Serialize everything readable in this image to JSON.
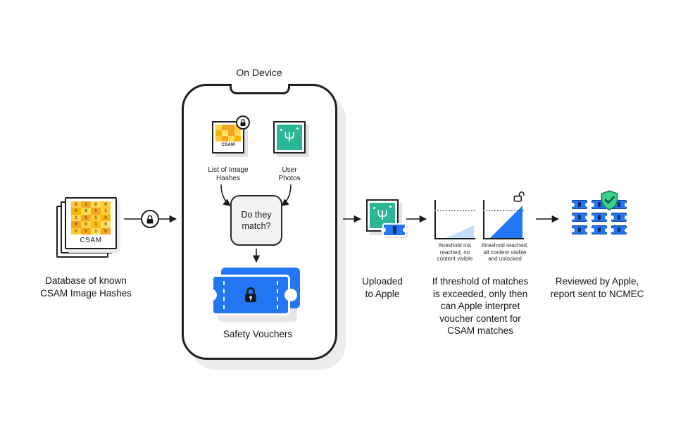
{
  "colors": {
    "blue": "#2377F4",
    "teal": "#2BB795",
    "shield-green": "#3ECF8E",
    "light-blue": "#C6DEF9",
    "ink": "#1A1A1A",
    "shadow": "#ECECEC"
  },
  "icons": {
    "seedling": "Ψ"
  },
  "database": {
    "label": "CSAM",
    "caption": [
      "Database of known",
      "CSAM Image Hashes"
    ],
    "digits": [
      [
        "0",
        "1",
        "0",
        "0"
      ],
      [
        "0",
        "0",
        "1",
        "1"
      ],
      [
        "1",
        "1",
        "1",
        "0"
      ],
      [
        "0",
        "0",
        "1",
        "0"
      ],
      [
        "0",
        "0",
        "1",
        "0"
      ]
    ],
    "cell_colors": [
      [
        "#FFC93C",
        "#F5A623",
        "#FFD951",
        "#FFC93C"
      ],
      [
        "#F7B500",
        "#FFD951",
        "#F5A623",
        "#FFCB3D"
      ],
      [
        "#FFD951",
        "#F5A623",
        "#FFC93C",
        "#F7B500"
      ],
      [
        "#F5A623",
        "#FFD341",
        "#FBBB15",
        "#FFE06A"
      ],
      [
        "#FFC93C",
        "#F7A912",
        "#FFDB55",
        "#F5A623"
      ]
    ]
  },
  "on_device": {
    "title": "On Device",
    "hash_icon": {
      "label": "CSAM",
      "caption": [
        "List of Image",
        "Hashes"
      ],
      "mosaic": [
        [
          "#FFD951",
          "#F5A623",
          "#F5A623",
          "#FFC93C"
        ],
        [
          "#F7B500",
          "#FFE06A",
          "#F5A623",
          "#FFD951"
        ],
        [
          "#FFC93C",
          "#F5A623",
          "#FFD951",
          "#F7B500"
        ]
      ]
    },
    "photos_icon": {
      "caption": [
        "User",
        "Photos"
      ]
    },
    "match_box": [
      "Do they",
      "match?"
    ],
    "vouchers_caption": "Safety Vouchers"
  },
  "upload": {
    "caption": [
      "Uploaded",
      "to Apple"
    ]
  },
  "threshold": {
    "left_caption": [
      "threshold not",
      "reached, no",
      "content visible"
    ],
    "right_caption": [
      "threshold reached,",
      "all content visible",
      "and unlocked"
    ],
    "caption": [
      "If threshold of matches",
      "is exceeded, only then",
      "can Apple interpret",
      "voucher content for",
      "CSAM matches"
    ]
  },
  "review": {
    "caption": [
      "Reviewed by Apple,",
      "report sent to NCMEC"
    ],
    "voucher_count": 9
  }
}
